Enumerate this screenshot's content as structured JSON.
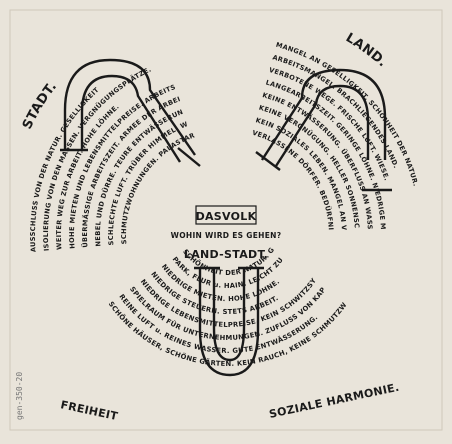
{
  "diagram": {
    "stadt_title": "STADT.",
    "land_title": "LAND.",
    "stadt_lines": [
      "AUSSCHLUSS VON DER NATUR. GESELLIGKEIT",
      "ISOLIERUNG VON DEN MASSEN. VERGNÜGUNGSPLÄTZE.",
      "WEITER WEG ZUR ARBEIT. HOHE LÖHNE.",
      "HOHE MIETEN UND LEBENSMITTELPREISE. ARBEITSGELEGENHEIT.",
      "ÜBERMÄSSIGE ARBEITSZEIT. ARMEE DER ARBEITSLOSEN.",
      "NEBEL UND DÜRRE. TEURE ENTWÄSSERUNGSSYSTEME.",
      "SCHLECHTE LUFT. TRÜBER HIMMEL. WOHLBELEUCHTETE STRASSEN.",
      "SCHMUTZWOHNUNGEN. PALASTARTIGE GEBÄUDE. ÜBERFÜLLTE WOHNUNGEN."
    ],
    "land_lines": [
      "MANGEL AN GESELLIGKEIT. SCHÖNHEIT DER NATUR.",
      "ARBEITSMANGEL. BRACHLIEGENDES LAND.",
      "VERBOTENE WEGE. FRISCHE LUFT. WIESE.",
      "LANGEARBEITSZEIT. GERINGE LÖHNE. NIEDRIGE MIETEN.",
      "KEINE ENTWÄSSERUNG. ÜBERFLUSS AN WASSER.",
      "KEINE VERGNÜGUNG. HELLER SONNENSCHEIN.",
      "KEIN SOZIALES LEBEN. MANGEL AN VERKEHRSMITTELN.",
      "VERLASSENE DÖRFER. BEDÜRFNIS FÜR REFORMEN."
    ],
    "center_title": "DASVOLK",
    "center_question": "WOHIN WIRD ES GEHEN?",
    "land_stadt_title": "LAND-STADT.",
    "land_stadt_lines": [
      "SCHÖNHEIT DER NATUR. GESELLIGKEIT.",
      "PARK, FLUR u. HAIN. LEICHT ZUGÄNGLICH.",
      "NIEDRIGE MIETEN. HOHE LÖHNE.",
      "NIEDRIGE STEUERN. STETS ARBEIT.",
      "NIEDRIGE LEBENSMITTELPREISE. KEIN SCHWITZSYSTEM.",
      "SPIELRAUM FÜR UNTERNEHMUNGEN. ZUFLUSS VON KAPITAL.",
      "REINE LUFT u. REINES WASSER. GUTE ENTWÄSSERUNG.",
      "SCHÖNE HÄUSER, SCHÖNE GÄRTEN. KEIN RAUCH, KEINE SCHMUTZWOHNUNGEN."
    ],
    "freiheit": "FREIHEIT",
    "harmonie": "SOZIALE HARMONIE.",
    "margin_note": "gen-350-20"
  }
}
